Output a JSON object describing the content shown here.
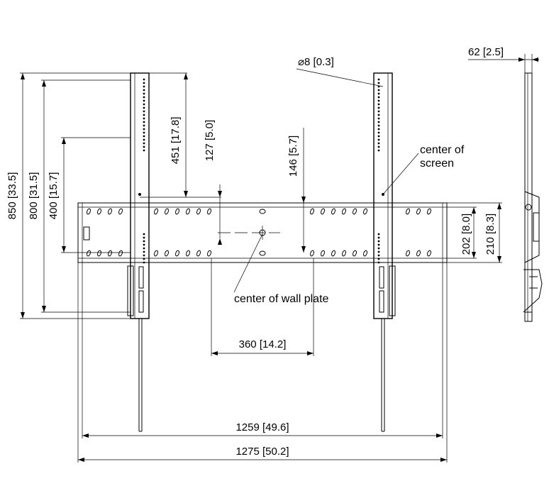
{
  "dimensions": {
    "overall_height": {
      "value": "850",
      "inch": "33.5"
    },
    "slot_height": {
      "value": "800",
      "inch": "31.5"
    },
    "hole_span_height": {
      "value": "400",
      "inch": "15.7"
    },
    "top_to_center": {
      "value": "451",
      "inch": "17.8"
    },
    "center_offset": {
      "value": "127",
      "inch": "5.0"
    },
    "plate_offset": {
      "value": "146",
      "inch": "5.7"
    },
    "hole_diameter": {
      "symbol": "⌀",
      "value": "8",
      "inch": "0.3"
    },
    "depth": {
      "value": "62",
      "inch": "2.5"
    },
    "plate_height_inner": {
      "value": "202",
      "inch": "8.0"
    },
    "plate_height_outer": {
      "value": "210",
      "inch": "8.3"
    },
    "stud_spacing": {
      "value": "360",
      "inch": "14.2"
    },
    "plate_width_inner": {
      "value": "1259",
      "inch": "49.6"
    },
    "plate_width_outer": {
      "value": "1275",
      "inch": "50.2"
    }
  },
  "labels": {
    "center_of_screen_line1": "center of",
    "center_of_screen_line2": "screen",
    "center_of_wall_plate": "center of wall plate"
  }
}
